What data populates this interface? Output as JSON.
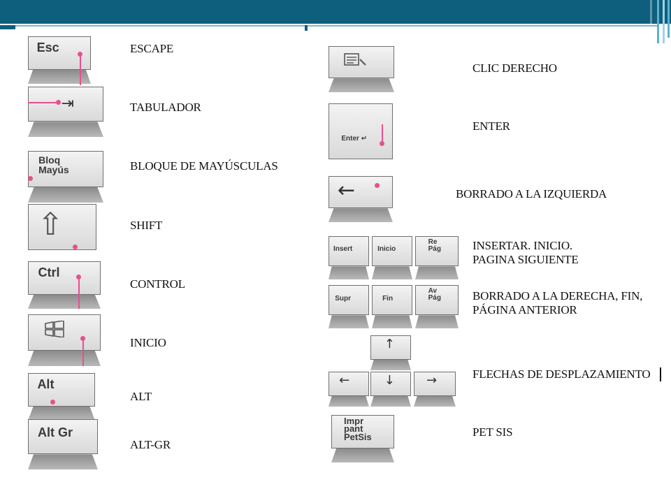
{
  "theme": {
    "bar_color": "#0d5f7d",
    "accent_color": "#e6508f"
  },
  "left": {
    "items": [
      {
        "key_legend": "Esc",
        "label": "ESCAPE"
      },
      {
        "key_legend": "⇥",
        "label": "TABULADOR"
      },
      {
        "key_legend": "Bloq\nMayús",
        "label": "BLOQUE DE MAYÚSCULAS"
      },
      {
        "key_legend": "⇧",
        "label": "SHIFT"
      },
      {
        "key_legend": "Ctrl",
        "label": "CONTROL"
      },
      {
        "key_legend": "windows-icon",
        "label": "INICIO"
      },
      {
        "key_legend": "Alt",
        "label": "ALT"
      },
      {
        "key_legend": "Alt Gr",
        "label": "ALT-GR"
      }
    ]
  },
  "right": {
    "items": [
      {
        "key_legend": "menu-icon",
        "label": "CLIC DERECHO"
      },
      {
        "key_legend": "Enter ↵",
        "label": "ENTER"
      },
      {
        "key_legend": "←",
        "label": "BORRADO A LA IZQUIERDA"
      },
      {
        "keys": [
          "Insert",
          "Inicio",
          "Re Pág"
        ],
        "label": "INSERTAR. INICIO. PAGINA SIGUIENTE"
      },
      {
        "keys": [
          "Supr",
          "Fin",
          "Av Pág"
        ],
        "label": "BORRADO A LA DERECHA, FIN, PÁGINA ANTERIOR"
      },
      {
        "keys": [
          "↑",
          "←",
          "↓",
          "→"
        ],
        "label": "FLECHAS DE DESPLAZAMIENTO"
      },
      {
        "key_legend": "Impr pant PetSis",
        "label": "PET SIS"
      }
    ]
  }
}
